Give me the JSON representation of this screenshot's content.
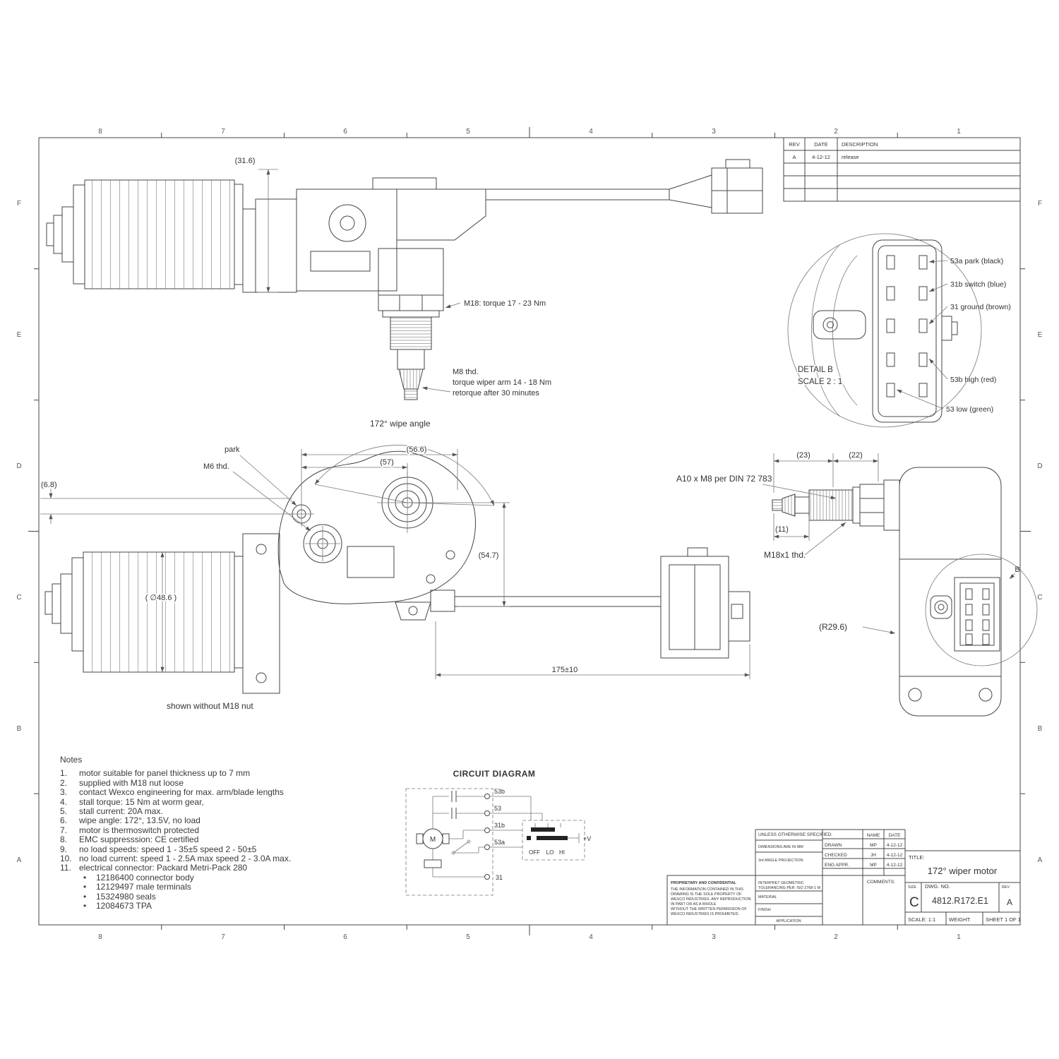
{
  "sheet": {
    "cols": [
      "8",
      "7",
      "6",
      "5",
      "4",
      "3",
      "2",
      "1"
    ],
    "rows": [
      "F",
      "E",
      "D",
      "C",
      "B",
      "A"
    ]
  },
  "revision_table": {
    "col_rev": "REV",
    "col_date": "DATE",
    "col_desc": "DESCRIPTION",
    "rev": "A",
    "date": "4-12-12",
    "description": "release"
  },
  "top_view": {
    "dim_height": "(31.6)",
    "m18_note": "M18: torque 17 - 23 Nm",
    "m8_note_1": "M8 thd.",
    "m8_note_2": "torque wiper arm 14 - 18 Nm",
    "m8_note_3": "retorque after 30 minutes"
  },
  "detail_b": {
    "pin_1": "53a park (black)",
    "pin_2": "31b switch (blue)",
    "pin_3": "31 ground (brown)",
    "pin_4": "53b high (red)",
    "pin_5": "53 low (green)",
    "caption_1": "DETAIL B",
    "caption_2": "SCALE 2 : 1"
  },
  "front_view": {
    "wipe_angle": "172° wipe angle",
    "park": "park",
    "m6": "M6 thd.",
    "dim_offset": "(6.8)",
    "dim_56_6": "(56.6)",
    "dim_57": "(57)",
    "dim_54_7": "(54.7)",
    "dim_dia": "( ∅48.6 )",
    "dim_length": "175±10",
    "note": "shown without M18 nut"
  },
  "side_view": {
    "dim_23": "(23)",
    "dim_22": "(22)",
    "dim_11": "(11)",
    "shaft_note": "A10 x M8 per DIN 72 783",
    "thread_note": "M18x1 thd.",
    "radius_note": "(R29.6)",
    "detail_marker": "B"
  },
  "notes": {
    "title": "Notes",
    "bullet": "•",
    "items": [
      {
        "num": "1.",
        "text": "motor suitable for panel thickness up to 7 mm"
      },
      {
        "num": "2.",
        "text": "supplied with M18 nut loose"
      },
      {
        "num": "3.",
        "text": "contact Wexco engineering for max. arm/blade lengths"
      },
      {
        "num": "4.",
        "text": "stall torque: 15 Nm at worm gear,"
      },
      {
        "num": "5.",
        "text": "stall current: 20A max."
      },
      {
        "num": "6.",
        "text": "wipe angle: 172°, 13.5V, no load"
      },
      {
        "num": "7.",
        "text": "motor is thermoswitch protected"
      },
      {
        "num": "8.",
        "text": "EMC suppresssion: CE certified"
      },
      {
        "num": "9.",
        "text": "no load speeds: speed 1 - 35±5  speed 2 - 50±5"
      },
      {
        "num": "10.",
        "text": "no load current: speed 1 - 2.5A max  speed 2 - 3.0A max."
      },
      {
        "num": "11.",
        "text": "electrical connector: Packard Metri-Pack 280"
      }
    ],
    "bullets": [
      "12186400 connector body",
      "12129497 male terminals",
      "15324980 seals",
      "12084673 TPA"
    ]
  },
  "circuit": {
    "title": "CIRCUIT DIAGRAM",
    "t_53b": "53b",
    "t_53": "53",
    "t_31b": "31b",
    "t_53a": "53a",
    "t_31": "31",
    "motor": "M",
    "sw_off": "OFF",
    "sw_lo": "LO",
    "sw_hi": "HI",
    "vplus": "+V"
  },
  "title_block": {
    "unless": "UNLESS OTHERWISE SPECIFIED:",
    "dims_mm": "DIMENSIONS ARE IN MM",
    "projection": "3rd ANGLE PROJECTION",
    "interpret_1": "INTERPRET GEOMETRIC",
    "interpret_2": "TOLERANCING PER: ISO 2768-1 M",
    "material": "MATERIAL",
    "finish": "FINISH",
    "application": "APPLICATION",
    "col_name": "NAME",
    "col_date": "DATE",
    "drawn_label": "DRAWN",
    "drawn_name": "MP",
    "drawn_date": "4-12-12",
    "checked_label": "CHECKED",
    "checked_name": "JH",
    "checked_date": "4-12-12",
    "eng_label": "ENG APPR.",
    "eng_name": "MP",
    "eng_date": "4-12-12",
    "comments": "COMMENTS:",
    "title_label": "TITLE:",
    "title": "172° wiper motor",
    "size_label": "SIZE",
    "size": "C",
    "dwg_label": "DWG.  NO.",
    "dwg_no": "4812.R172.E1",
    "rev_label": "REV",
    "rev": "A",
    "scale": "SCALE: 1:1",
    "weight": "WEIGHT:",
    "sheet": "SHEET 1 OF 1",
    "proprietary_title": "PROPRIETARY AND CONFIDENTIAL",
    "proprietary_lines": [
      "THE INFORMATION CONTAINED IN THIS",
      "DRAWING IS THE SOLE PROPERTY OF",
      "WEXCO INDUSTRIES.  ANY REPRODUCTION",
      "IN PART OR AS A WHOLE",
      "WITHOUT THE WRITTEN PERMISSION OF",
      "WEXCO INDUSTRIES IS PROHIBITED."
    ]
  }
}
